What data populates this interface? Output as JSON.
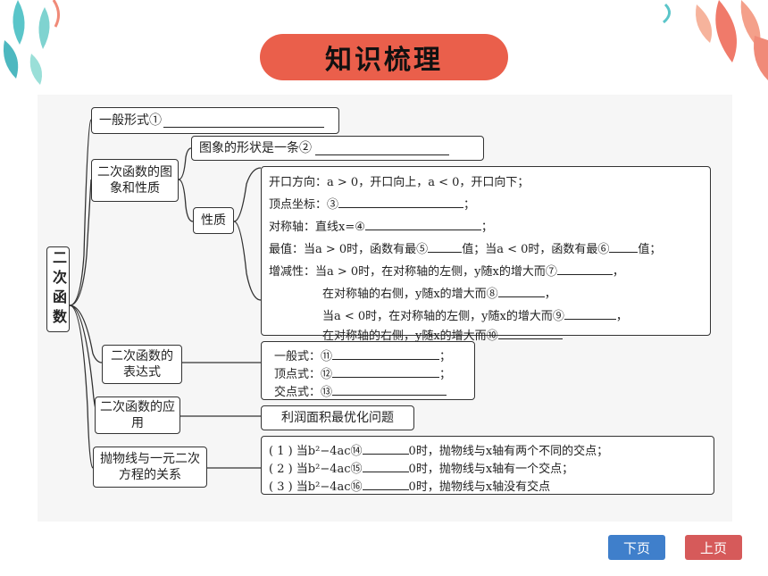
{
  "title": "知识梳理",
  "root": "二次函数",
  "branches": {
    "general_form": {
      "label": "一般形式①"
    },
    "graph_props": {
      "label": "二次函数的图象和性质",
      "shape": {
        "label": "图象的形状是一条②"
      },
      "properties": {
        "label": "性质",
        "lines": {
          "opening_a": "开口方向：",
          "opening_b": "a > 0，开口向上，a < 0，开口向下；",
          "vertex": "顶点坐标：③",
          "vertex_end": "；",
          "axis": "对称轴：直线x=④",
          "axis_end": "；",
          "extreme_a": "最值：当a > 0时，函数有最⑤",
          "extreme_b": "值；当a < 0时，函数有最⑥",
          "extreme_c": "值；",
          "mono_1": "增减性：当a > 0时，在对称轴的左侧，y随x的增大而⑦",
          "mono_1_end": "，",
          "mono_2": "在对称轴的右侧，y随x的增大而⑧",
          "mono_2_end": "，",
          "mono_3": "当a < 0时，在对称轴的左侧，y随x的增大而⑨",
          "mono_3_end": "，",
          "mono_4": "在对称轴的右侧，y随x的增大而⑩"
        }
      }
    },
    "expressions": {
      "label": "二次函数的表达式",
      "general": "一般式：⑪",
      "general_end": "；",
      "vertex": "顶点式：⑫",
      "vertex_end": "；",
      "intercept": "交点式：⑬"
    },
    "application": {
      "label": "二次函数的应用",
      "item": "利润面积最优化问题"
    },
    "equation_relation": {
      "label": "抛物线与一元二次方程的关系",
      "case1_a": "( 1 ) 当b²−4ac⑭",
      "case1_b": "0时，抛物线与x轴有两个不同的交点；",
      "case2_a": "( 2 ) 当b²−4ac⑮",
      "case2_b": "0时，抛物线与x轴有一个交点；",
      "case3_a": "( 3 ) 当b²−4ac⑯",
      "case3_b": "0时，抛物线与x轴没有交点"
    }
  },
  "nav": {
    "next": "下页",
    "prev": "上页"
  },
  "colors": {
    "title_bg": "#ea5f4b",
    "next_btn": "#3f7fcb",
    "prev_btn": "#d65a5a"
  }
}
